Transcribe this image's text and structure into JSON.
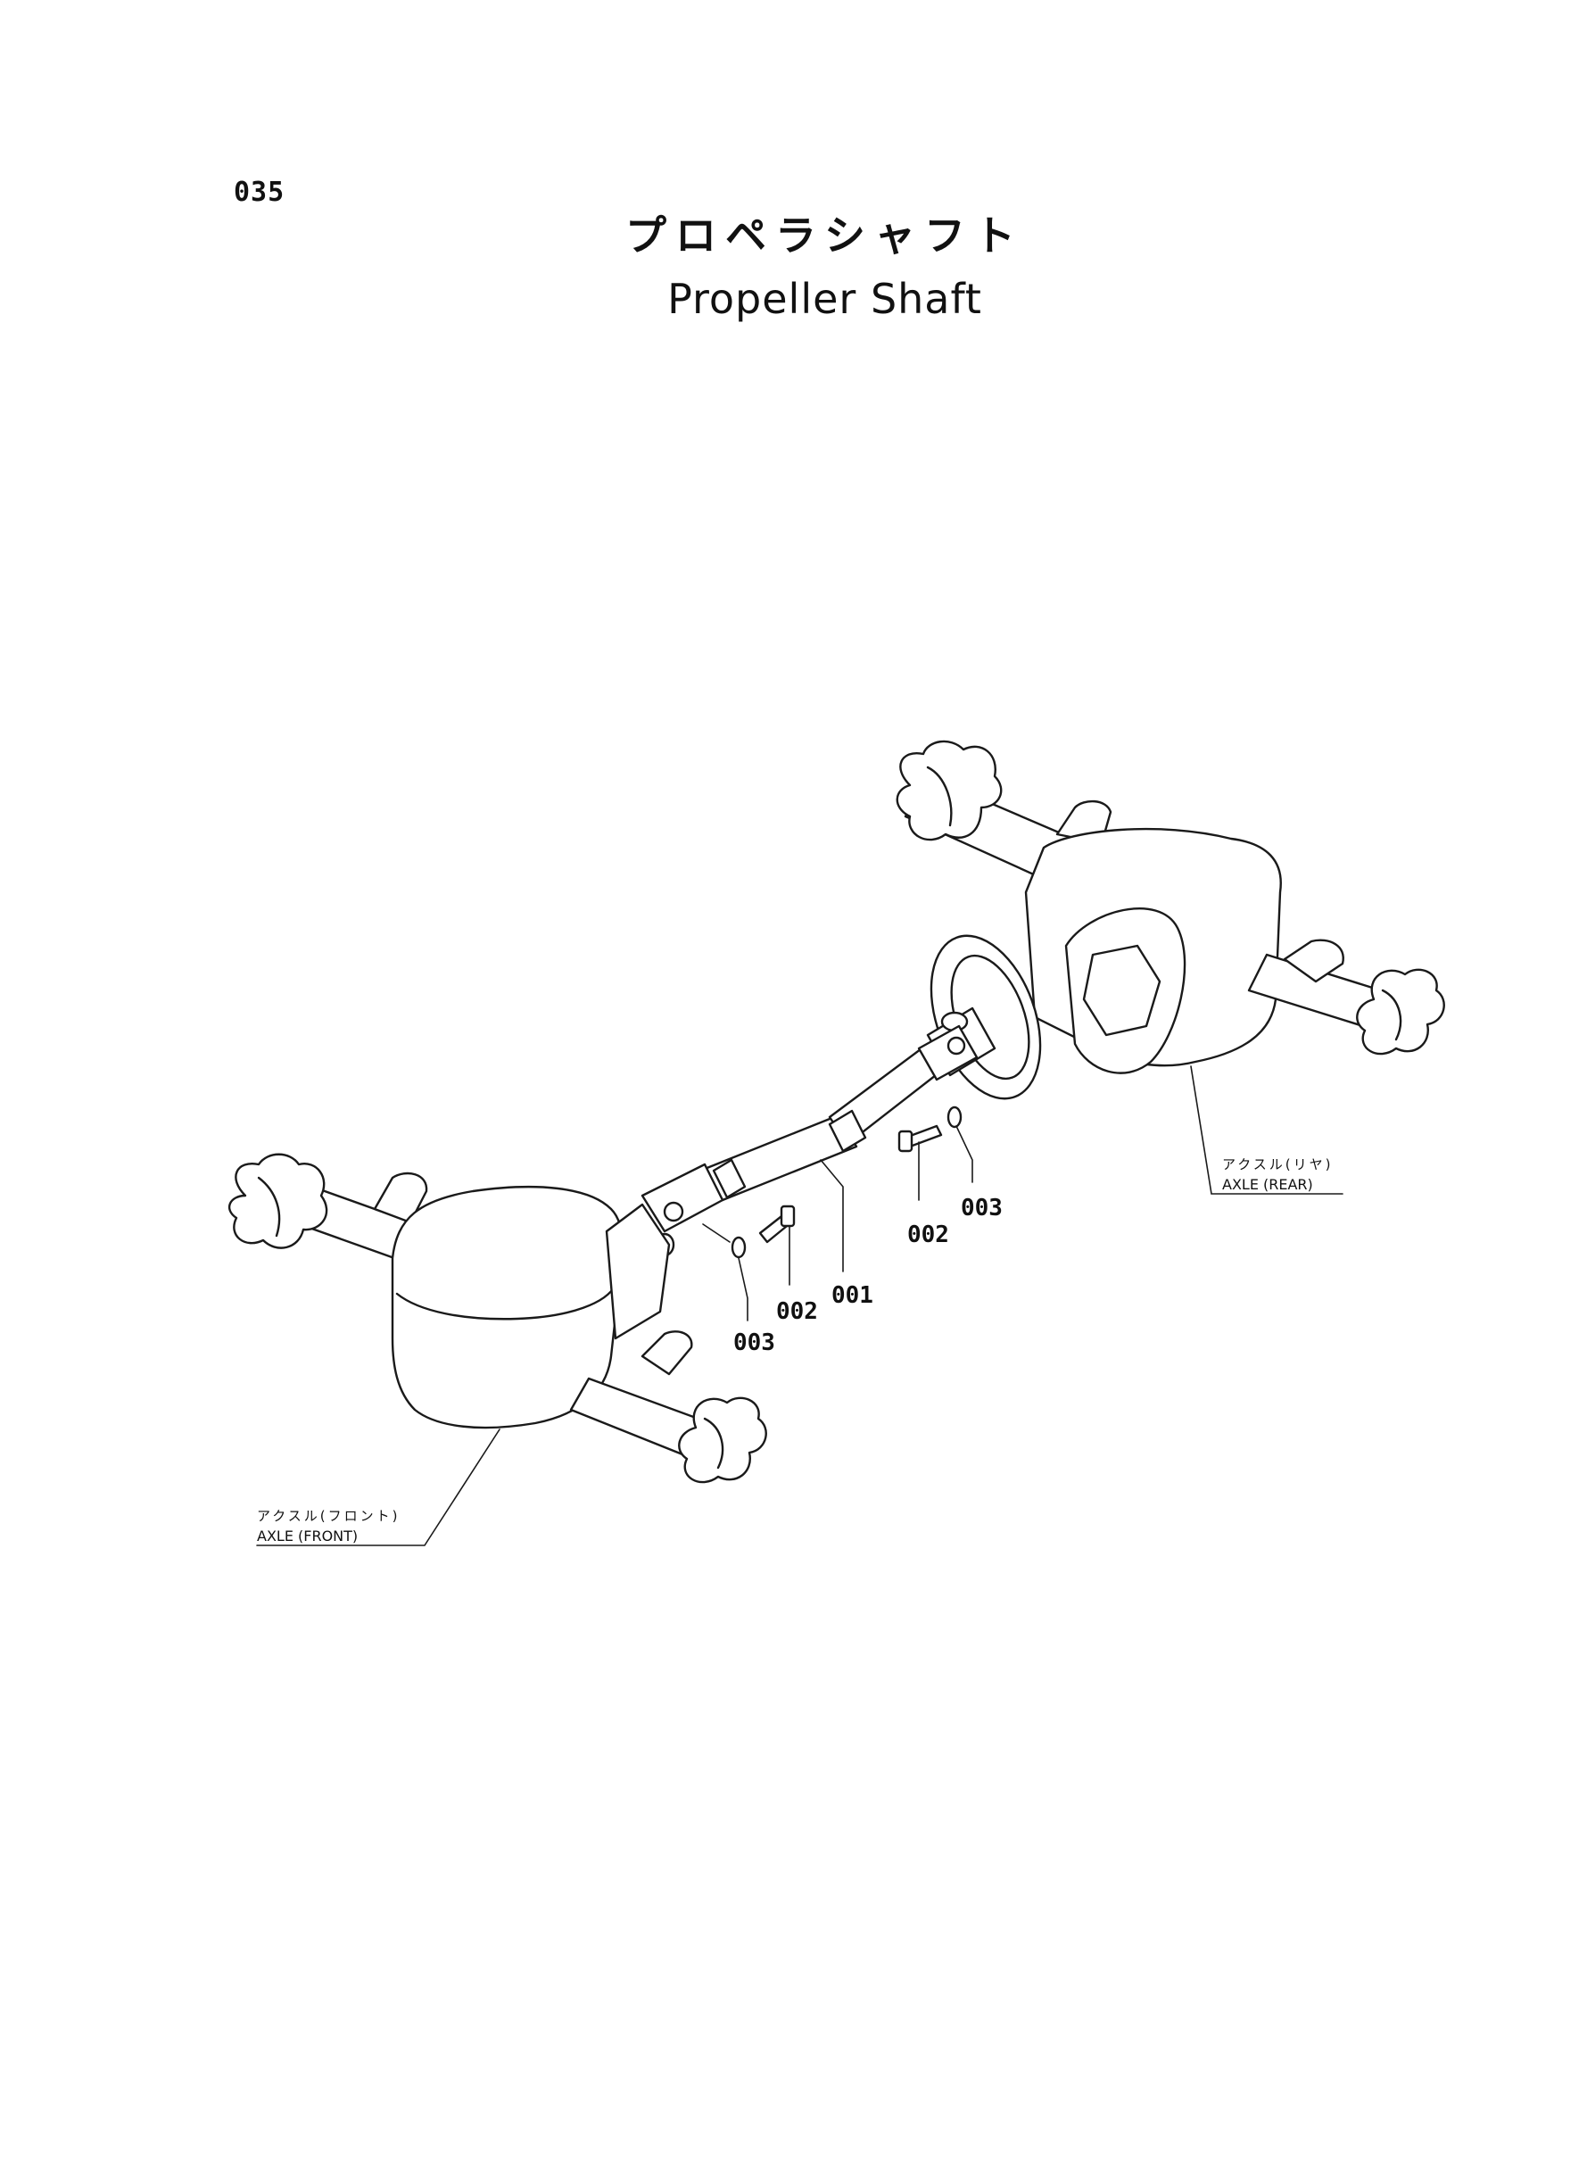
{
  "page_number": "035",
  "title": {
    "japanese": "プロペラシャフト",
    "english": "Propeller Shaft"
  },
  "callouts": {
    "c001": "001",
    "c002_right": "002",
    "c003_right": "003",
    "c002_left": "002",
    "c003_left": "003"
  },
  "axle_rear": {
    "japanese": "アクスル(リヤ)",
    "english": "AXLE (REAR)"
  },
  "axle_front": {
    "japanese": "アクスル(フロント)",
    "english": "AXLE (FRONT)"
  }
}
